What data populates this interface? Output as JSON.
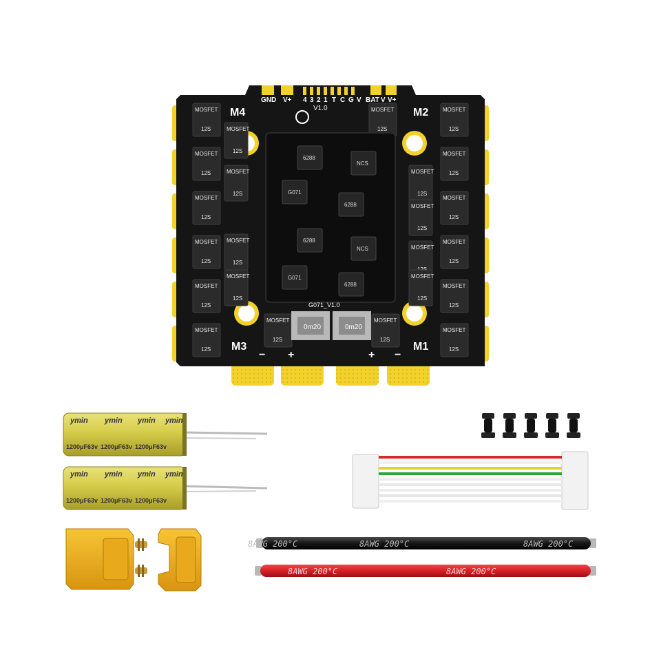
{
  "board": {
    "pins": [
      "GND",
      "V+",
      "4",
      "3",
      "2",
      "1",
      "T",
      "C",
      "G",
      "V",
      "BAT",
      "V",
      "V+"
    ],
    "motor_labels": [
      "M4",
      "M2",
      "M3",
      "M1"
    ],
    "version": "V1.0",
    "model": "G071_V1.0",
    "mosfet": "MOSFET",
    "rating": "12S",
    "chip_6288": "6288",
    "chip_g071": "G071",
    "chip_ncs": "NCS",
    "shunt": "0m20",
    "pad_minus": "−",
    "pad_plus": "+"
  },
  "capacitors": {
    "brand": "ymin",
    "spec": "1200μF63v"
  },
  "wire": {
    "label": "8AWG 200°C"
  },
  "colors": {
    "pcb": "#151515",
    "pad": "#f2d12a",
    "capacitor": "#d8cf55",
    "xt90": "#f0b020",
    "wire_black": "#1a1a1a",
    "wire_red": "#d81f26"
  }
}
